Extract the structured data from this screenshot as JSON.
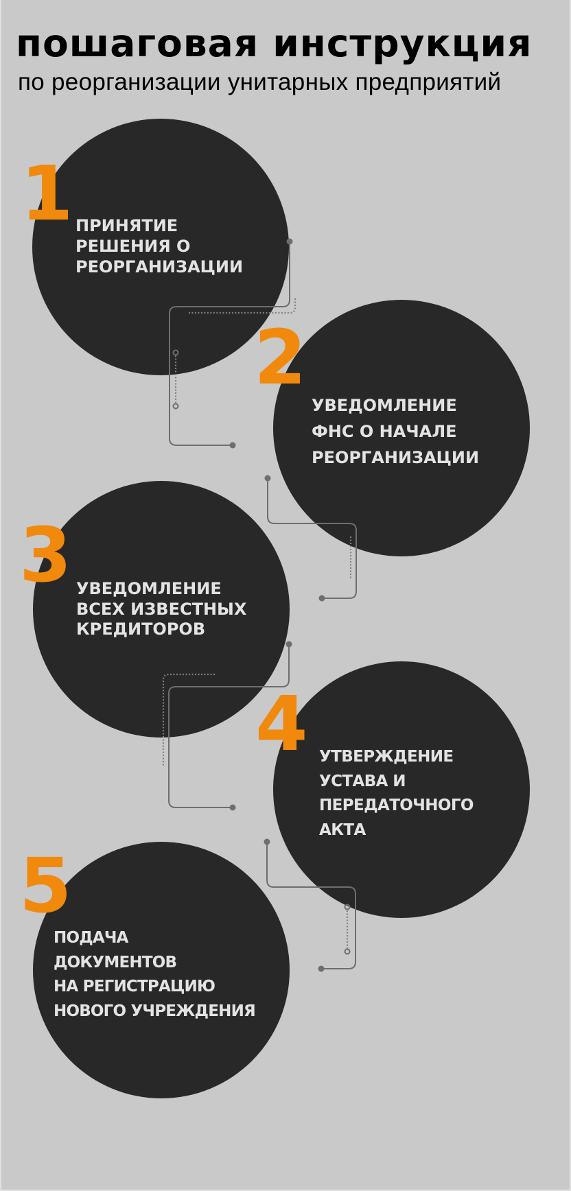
{
  "header": {
    "title": "пошаговая инструкция",
    "subtitle": "по реорганизации унитарных предприятий"
  },
  "colors": {
    "background": "#c9c9c9",
    "circle": "#282828",
    "accent": "#f0890c",
    "step_text": "#e3e3e3",
    "connector": "#6e6e6e"
  },
  "steps": [
    {
      "number": "1",
      "lines": [
        "ПРИНЯТИЕ",
        "РЕШЕНИЯ О",
        "РЕОРГАНИЗАЦИИ"
      ]
    },
    {
      "number": "2",
      "lines": [
        "УВЕДОМЛЕНИЕ",
        "ФНС О НАЧАЛЕ",
        "РЕОРГАНИЗАЦИИ"
      ]
    },
    {
      "number": "3",
      "lines": [
        "УВЕДОМЛЕНИЕ",
        "ВСЕХ ИЗВЕСТНЫХ",
        "КРЕДИТОРОВ"
      ]
    },
    {
      "number": "4",
      "lines": [
        "УТВЕРЖДЕНИЕ",
        "УСТАВА И",
        "ПЕРЕДАТОЧНОГО",
        "АКТА"
      ]
    },
    {
      "number": "5",
      "lines": [
        "ПОДАЧА",
        "ДОКУМЕНТОВ",
        "НА РЕГИСТРАЦИЮ",
        "НОВОГО УЧРЕЖДЕНИЯ"
      ]
    }
  ]
}
